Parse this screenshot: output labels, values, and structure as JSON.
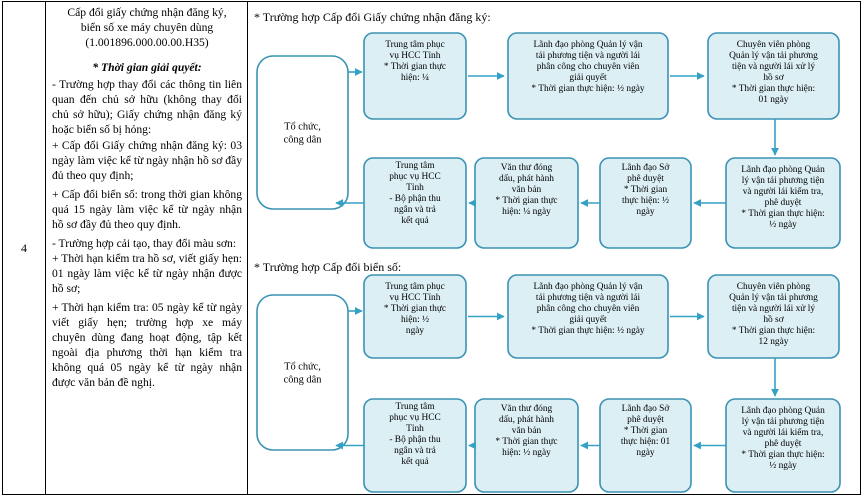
{
  "row_number": "4",
  "procedure": {
    "title_lines": [
      "Cấp đổi giấy chứng nhận đăng ký,",
      "biển số xe máy chuyên dùng",
      "(1.001896.000.00.00.H35)"
    ],
    "time_heading": "* Thời gian giải quyết:",
    "paragraphs": [
      "- Trường hợp thay đổi các thông tin liên quan đến chủ sở hữu (không thay đổi chủ sở hữu); Giấy chứng nhận đăng ký hoặc biển số bị hỏng:",
      "+ Cấp đổi Giấy chứng nhận đăng ký: 03 ngày làm việc kể từ ngày nhận hồ sơ đầy đủ theo quy định;",
      "+ Cấp đổi biển số: trong thời gian không quá 15  ngày làm việc kể từ ngày nhận hồ sơ đầy đủ theo quy định.",
      "- Trường hợp cải tạo, thay đổi màu sơn:",
      "+ Thời hạn kiểm tra hồ sơ, viết giấy hẹn: 01 ngày làm việc kể từ ngày nhận được hồ sơ;",
      "+ Thời hạn kiểm tra: 05 ngày kể từ ngày viết giấy hẹn; trường hợp xe máy chuyên dùng đang hoạt động, tập kết ngoài địa phương thời hạn kiểm tra không quá 05 ngày kể từ ngày nhận được văn bản đề nghị."
    ]
  },
  "flows": [
    {
      "heading": "* Trường hợp Cấp đổi Giấy chứng nhận đăng ký:",
      "start": [
        "Tổ chức,",
        "công dân"
      ],
      "top_row": [
        [
          "Trung tâm phục",
          "vụ HCC Tỉnh",
          "* Thời gian thực",
          "hiện: ¼"
        ],
        [
          "Lãnh đạo phòng Quản lý vận",
          "tải phương tiện và người lái",
          "phân công cho chuyên viên",
          "giải quyết",
          "* Thời gian thực hiện: ½ ngày"
        ],
        [
          "Chuyên viên phòng",
          "Quản lý vận tải phương",
          "tiện và người lái xử lý",
          "hồ sơ",
          "* Thời gian thực hiện:",
          "01 ngày"
        ]
      ],
      "bottom_row": [
        [
          "Trung tâm",
          "phục vụ HCC",
          "Tỉnh",
          "- Bộ phận thu",
          "ngân và trả",
          "kết quả"
        ],
        [
          "Văn thư đóng",
          "dấu, phát hành",
          "văn bản",
          "* Thời gian thực",
          "hiện: ¼    ngày"
        ],
        [
          "Lãnh đạo Sở",
          "phê duyệt",
          "* Thời gian",
          "thực hiện: ½",
          "ngày"
        ],
        [
          "Lãnh đạo phòng Quản",
          "lý vận tải phương tiện",
          "và người lái kiểm tra,",
          "phê duyệt",
          "* Thời gian thực hiện:",
          "½ ngày"
        ]
      ]
    },
    {
      "heading": "* Trường hợp Cấp đổi biển số:",
      "start": [
        "Tổ chức,",
        "công dân"
      ],
      "top_row": [
        [
          "Trung tâm phục",
          "vụ HCC Tỉnh",
          "* Thời gian thực",
          "hiện: ½",
          "ngày"
        ],
        [
          "Lãnh đạo phòng Quản lý vận",
          "tải phương tiện và người lái",
          "phân công cho chuyên viên",
          "giải quyết",
          "* Thời gian thực hiện: ½ ngày"
        ],
        [
          "Chuyên viên phòng",
          "Quản lý vận tải phương",
          "tiện và người lái xử lý",
          "hồ sơ",
          "* Thời gian thực hiện:",
          "12 ngày"
        ]
      ],
      "bottom_row": [
        [
          "Trung tâm",
          "phục vụ HCC",
          "Tỉnh",
          "- Bộ phận thu",
          "ngân và trả",
          "kết quả"
        ],
        [
          "Văn thư đóng",
          "dấu, phát hành",
          "văn bản",
          "* Thời gian thực",
          "hiện: ½ ngày"
        ],
        [
          "Lãnh đạo Sở",
          "phê duyệt",
          "* Thời gian",
          "thực hiện: 01",
          "ngày"
        ],
        [
          "Lãnh đạo phòng Quản",
          "lý vận tải phương tiện",
          "và người lái kiểm tra,",
          "phê duyệt",
          "* Thời gian thực hiện:",
          "½ ngày"
        ]
      ]
    }
  ],
  "colors": {
    "box_fill": "#dcefF5",
    "box_stroke": "#3a93b3",
    "arrow": "#35a1c5"
  }
}
